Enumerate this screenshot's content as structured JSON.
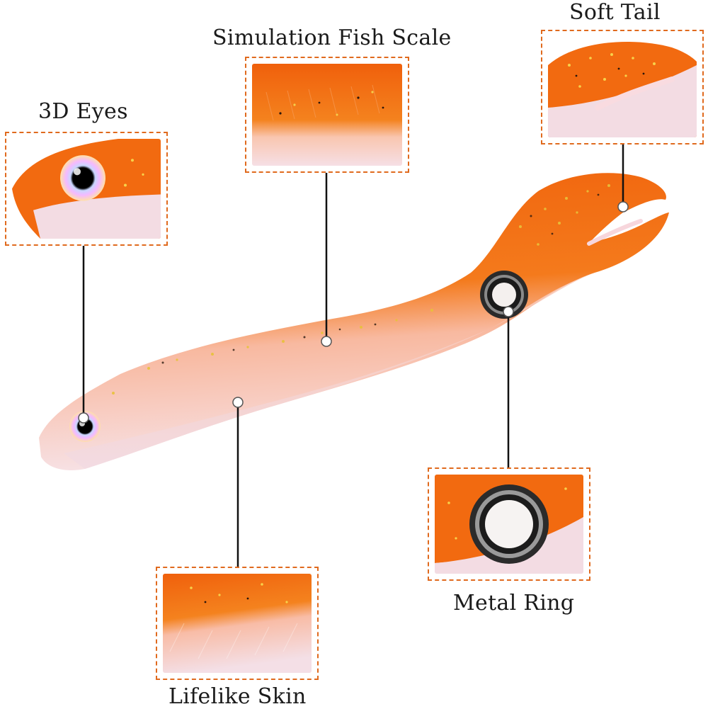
{
  "labels": {
    "eyes": "3D Eyes",
    "scale": "Simulation Fish Scale",
    "tail": "Soft Tail",
    "ring": "Metal Ring",
    "skin": "Lifelike Skin"
  },
  "colors": {
    "accent_border": "#e06a1e",
    "lure_orange": "#f26a10",
    "lure_belly": "#f6dde0",
    "leader_line": "#111111"
  }
}
